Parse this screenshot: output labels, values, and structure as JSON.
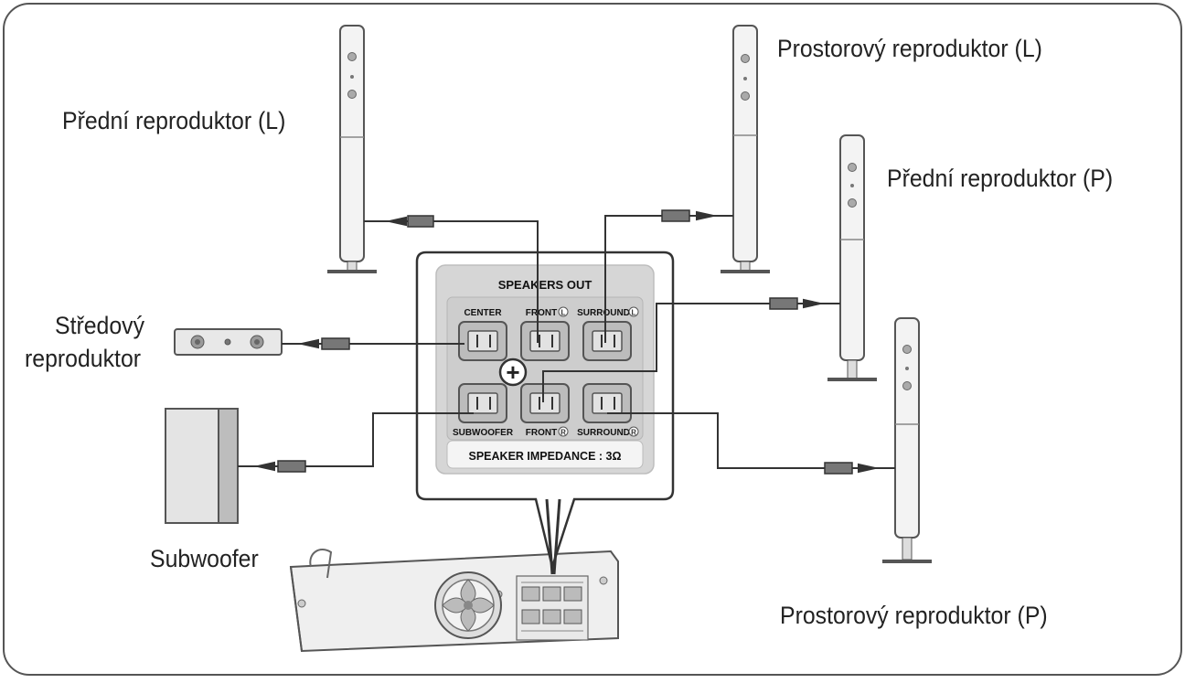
{
  "labels": {
    "front_left": "Přední reprodukto​r (L)",
    "surround_left": "Prostorový reproduktor (L)",
    "front_right": "Přední reproduktor (P)",
    "center_line1": "Středový",
    "center_line2": "reproduktor",
    "subwoofer": "Subwoofer",
    "surround_right": "Prostorový reproduktor (P)"
  },
  "panel": {
    "title": "SPEAKERS OUT",
    "center": "CENTER",
    "front_l": "FRONT",
    "surround_l": "SURROUND",
    "subwoofer": "SUBWOOFER",
    "front_r": "FRONT",
    "surround_r": "SURROUND",
    "badge_l": "L",
    "badge_r": "R",
    "plus": "+",
    "impedance": "SPEAKER IMPEDANCE : 3Ω"
  },
  "colors": {
    "outline": "#3a3a3a",
    "speaker_fill": "#f1f1f1",
    "panel_fill": "#d9d9d9",
    "terminal_fill": "#c4c4c4",
    "subwoofer_fill": "#d4d4d4"
  }
}
